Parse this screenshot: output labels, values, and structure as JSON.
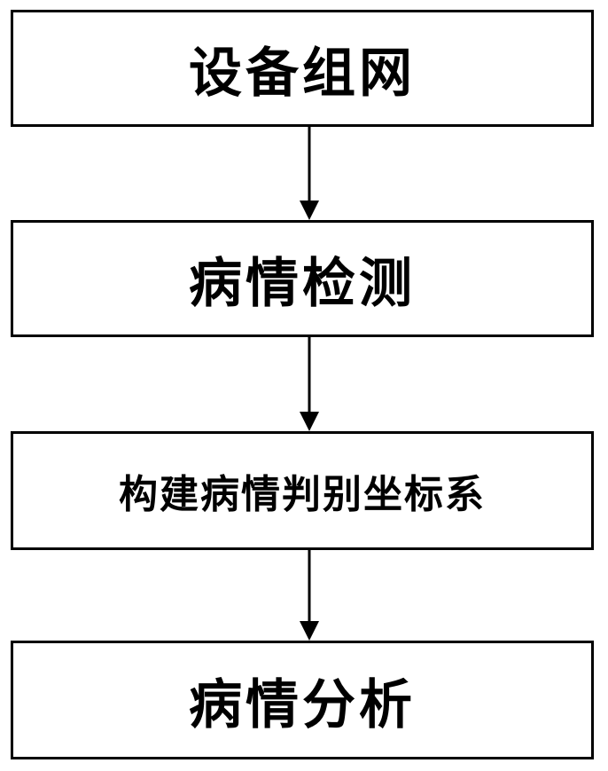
{
  "flowchart": {
    "steps": [
      {
        "label": "设备组网"
      },
      {
        "label": "病情检测"
      },
      {
        "label": "构建病情判别坐标系"
      },
      {
        "label": "病情分析"
      }
    ]
  }
}
